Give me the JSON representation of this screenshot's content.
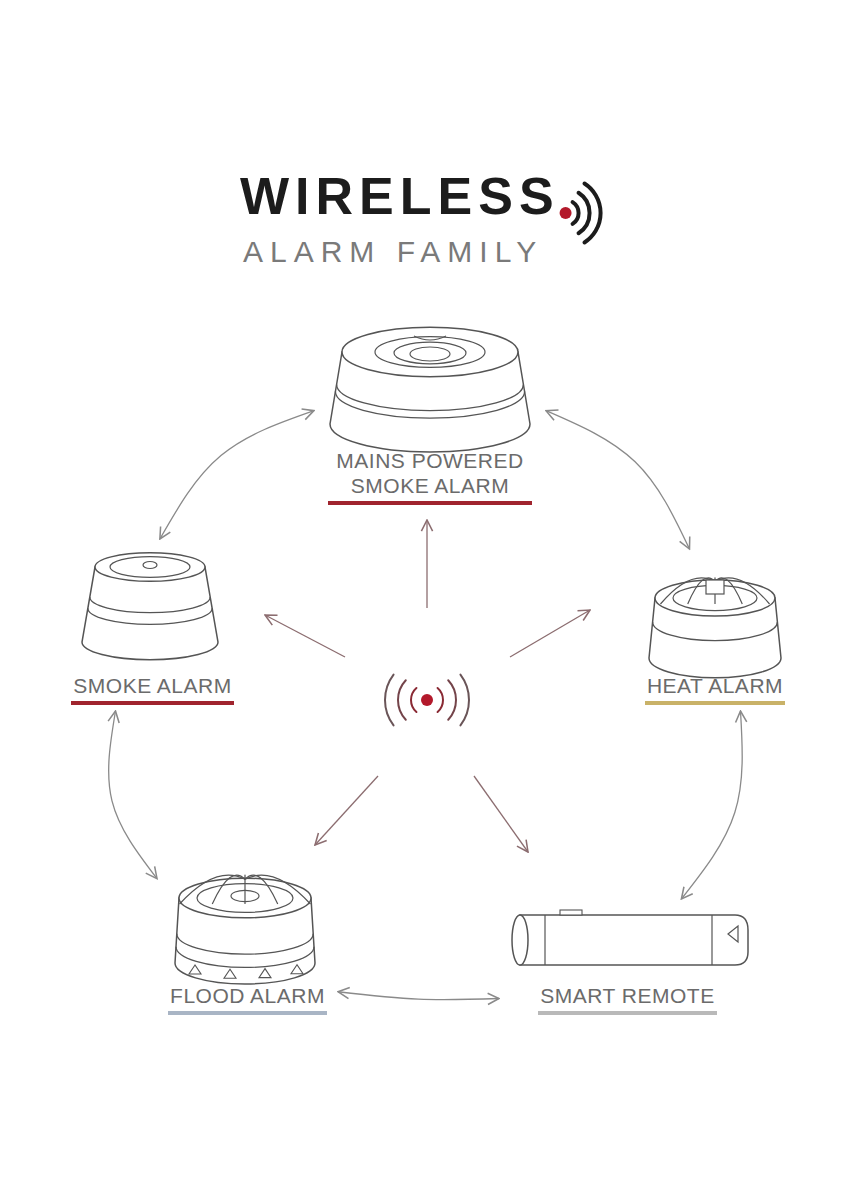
{
  "diagram": {
    "title": "WIRELESS",
    "nodes": [
      {
        "text": [
          "MAINS POWERED SMOKE ALARM"
        ]
      },
      {
        "text": [
          "SMOKE ALARM"
        ]
      },
      {
        "text": [
          "HEAT ALARM"
        ]
      },
      {
        "text": [
          "FLOOD ALARM"
        ]
      },
      {
        "text": [
          "SMART REMOTE"
        ]
      }
    ],
    "edges": [
      {
        "from": 0,
        "to": 1,
        "arrow": "both"
      },
      {
        "from": 0,
        "to": 2,
        "arrow": "both"
      },
      {
        "from": 1,
        "to": 3,
        "arrow": "both"
      },
      {
        "from": 2,
        "to": 4,
        "arrow": "both"
      },
      {
        "from": 3,
        "to": 4,
        "arrow": "both"
      }
    ],
    "labels": [
      "ALARM FAMILY"
    ]
  }
}
